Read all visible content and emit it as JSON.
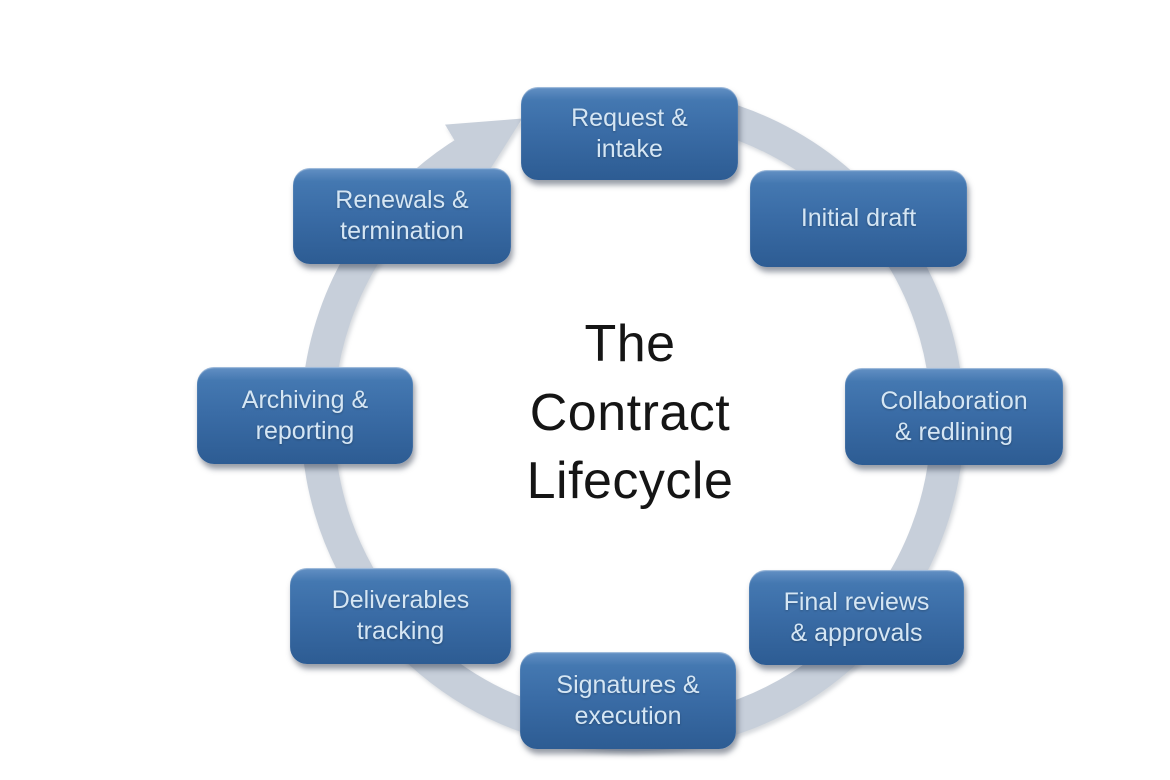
{
  "title": {
    "text": "The\nContract\nLifecycle"
  },
  "steps": [
    {
      "id": "request-intake",
      "label": "Request &\nintake"
    },
    {
      "id": "initial-draft",
      "label": "Initial draft"
    },
    {
      "id": "collaboration-redlining",
      "label": "Collaboration\n& redlining"
    },
    {
      "id": "final-reviews-approvals",
      "label": "Final reviews\n& approvals"
    },
    {
      "id": "signatures-execution",
      "label": "Signatures &\nexecution"
    },
    {
      "id": "deliverables-tracking",
      "label": "Deliverables\ntracking"
    },
    {
      "id": "archiving-reporting",
      "label": "Archiving &\nreporting"
    },
    {
      "id": "renewals-termination",
      "label": "Renewals &\ntermination"
    }
  ],
  "cycle": {
    "direction": "clockwise",
    "arrowhead_position": "top-left"
  },
  "colors": {
    "background": "#ffffff",
    "ring": "#c7cfda",
    "box_gradient_top": "#6390c4",
    "box_gradient_bottom": "#2d5c93",
    "box_text": "#d5e6f4",
    "title_text": "#151515"
  }
}
